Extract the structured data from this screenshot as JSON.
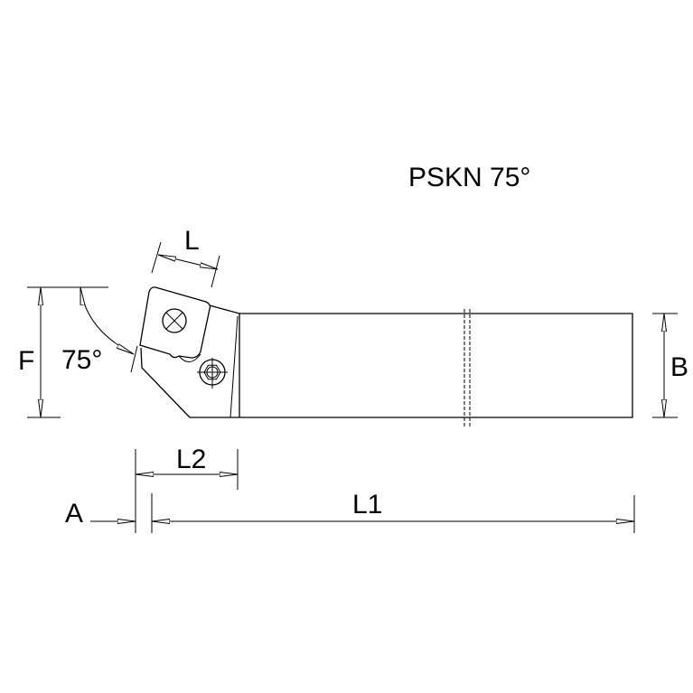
{
  "title": "PSKN 75°",
  "labels": {
    "L": "L",
    "F": "F",
    "angle": "75°",
    "B": "B",
    "L2": "L2",
    "L1": "L1",
    "A": "A"
  }
}
